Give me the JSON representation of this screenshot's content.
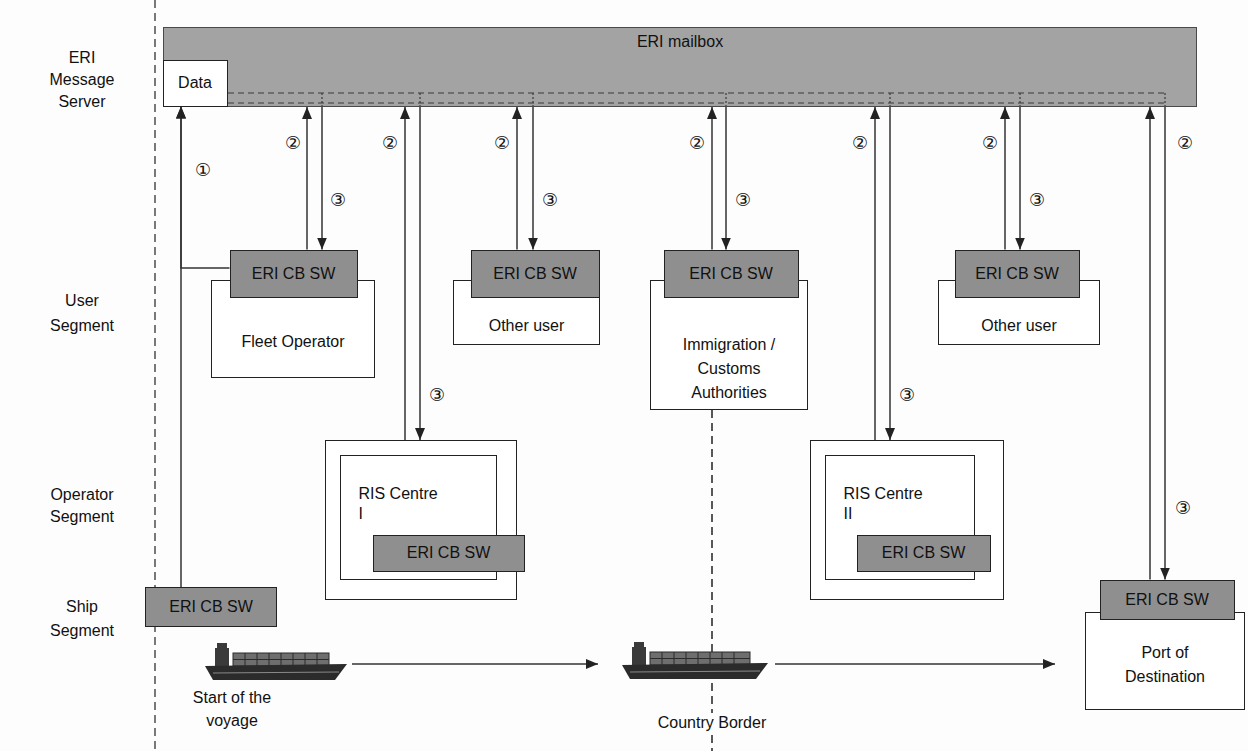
{
  "diagram": {
    "nodes": [
      {
        "text": [
          "ERI mailbox"
        ]
      },
      {
        "text": [
          "Data"
        ],
        "in": 0
      },
      {
        "text": [
          "Fleet Operator"
        ]
      },
      {
        "text": [
          "ERI CB SW"
        ],
        "in": 2
      },
      {
        "text": [
          "Other user"
        ]
      },
      {
        "text": [
          "ERI CB SW"
        ],
        "in": 4
      },
      {
        "text": [
          "Immigration / Customs Authorities"
        ]
      },
      {
        "text": [
          "ERI CB SW"
        ],
        "in": 6
      },
      {
        "text": [
          "Other user"
        ]
      },
      {
        "text": [
          "ERI CB SW"
        ],
        "in": 8
      },
      {
        "text": []
      },
      {
        "text": [
          "RIS Centre I"
        ],
        "in": 10
      },
      {
        "text": [
          "ERI CB SW"
        ],
        "in": 10
      },
      {
        "text": []
      },
      {
        "text": [
          "RIS Centre II"
        ],
        "in": 13
      },
      {
        "text": [
          "ERI CB SW"
        ],
        "in": 13
      },
      {
        "text": [
          "ERI CB SW"
        ]
      },
      {
        "text": [
          "Port of Destination"
        ]
      },
      {
        "text": [
          "ERI CB SW"
        ],
        "in": 17
      }
    ],
    "edges": [
      {
        "from": 16,
        "to": 1,
        "arrow": "to",
        "label": "①"
      },
      {
        "from": 3,
        "to": 1,
        "arrow": "to"
      },
      {
        "from": 3,
        "to": 0,
        "arrow": "to",
        "label": "②"
      },
      {
        "from": 0,
        "to": 3,
        "arrow": "to",
        "label": "③"
      },
      {
        "from": 10,
        "to": 0,
        "arrow": "to",
        "label": "②"
      },
      {
        "from": 0,
        "to": 10,
        "arrow": "to",
        "label": "③"
      },
      {
        "from": 5,
        "to": 0,
        "arrow": "to",
        "label": "②"
      },
      {
        "from": 0,
        "to": 5,
        "arrow": "to",
        "label": "③"
      },
      {
        "from": 7,
        "to": 0,
        "arrow": "to",
        "label": "②"
      },
      {
        "from": 0,
        "to": 7,
        "arrow": "to",
        "label": "③"
      },
      {
        "from": 13,
        "to": 0,
        "arrow": "to",
        "label": "②"
      },
      {
        "from": 0,
        "to": 13,
        "arrow": "to",
        "label": "③"
      },
      {
        "from": 9,
        "to": 0,
        "arrow": "to",
        "label": "②"
      },
      {
        "from": 0,
        "to": 9,
        "arrow": "to",
        "label": "③"
      },
      {
        "from": 18,
        "to": 0,
        "arrow": "to",
        "label": "②"
      },
      {
        "from": 0,
        "to": 18,
        "arrow": "to",
        "label": "③"
      }
    ],
    "labels": [
      "ERI Message Server",
      "User Segment",
      "Operator Segment",
      "Ship Segment",
      "Start of the voyage",
      "Country Border"
    ]
  }
}
